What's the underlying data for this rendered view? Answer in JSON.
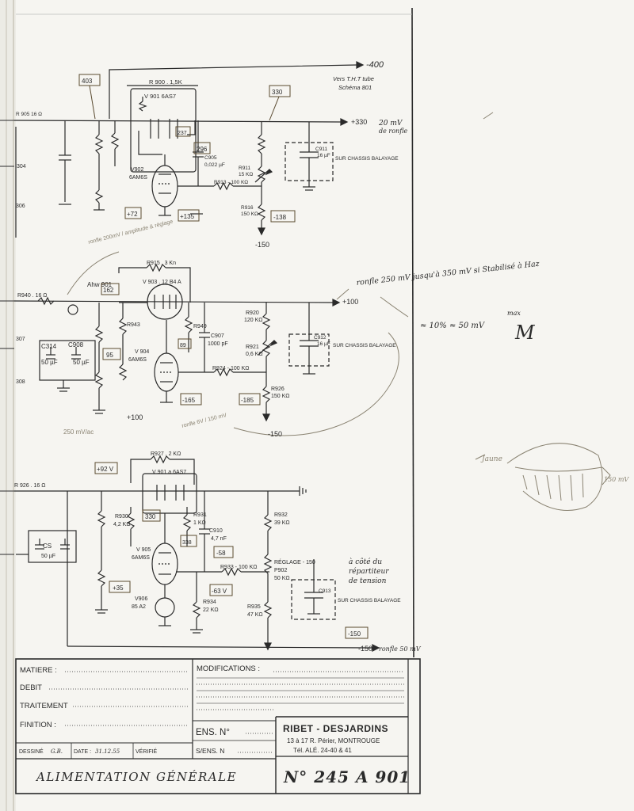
{
  "schematic": {
    "top_section": {
      "rail_neg400": "-400",
      "vers_tht_line1": "Vers  T.H.T  tube",
      "vers_tht_line2": "Schéma  801",
      "r_top": "R 900 . 1,5K",
      "tube_v901": "V 901  6AS7",
      "box_403": "403",
      "box_330": "330",
      "box_296": "296",
      "box_237": "237",
      "box_72": "+72",
      "box_135": "+135",
      "box_neg138": "-138",
      "v902": "V902",
      "v902_type": "6AM6S",
      "c905": "C905",
      "c905_val": "0,022 µF",
      "r911": "R911",
      "r911_val": "15 KΩ",
      "r913": "R913 - 100 KΩ",
      "r916": "R916",
      "r916_val": "150 KΩ",
      "c911": "C911",
      "c911_val": "16 µF",
      "sur_chassis": "SUR CHASSIS BALAYAGE",
      "out_330": "+330",
      "note_20mv": "20 mV",
      "note_ronfle": "de ronfle",
      "rail_neg150": "-150",
      "r905": "R 905  16 Ω",
      "label_304": "304",
      "label_306": "306"
    },
    "middle_section": {
      "pencil_note": "ronfle 200mV  /  amplitude  &  réglage",
      "r915": "R915 . 3 Kn",
      "tube_v903": "V 903 . 12 B4 A",
      "r940": "R940 . 16 Ω",
      "ahw": "Ahw 901",
      "box_162": "162",
      "box_95": "95",
      "box_89": "89",
      "box_neg165": "-165",
      "box_neg185": "-185",
      "c914": "C314",
      "c914_val": "50 µF",
      "c908": "C908",
      "c908_val": "50 µF",
      "r943": "R943",
      "r949": "R949",
      "c907": "C907",
      "c907_val": "1000 pF",
      "v904": "V 904",
      "v904_type": "6AM6S",
      "r920": "R920",
      "r920_val": "120 KΩ",
      "r921": "R921",
      "r921_val": "0,6 KΩ",
      "r924": "R924 - 100 KΩ",
      "r926": "R926",
      "r926_val": "150 KΩ",
      "c912": "C912",
      "c912_val": "16 µF",
      "sur_chassis": "SUR CHASSIS BALAYAGE",
      "out_100": "+100",
      "ronfle_note": "ronfle 250 mV  jusqu'à 350 mV  si  Stabilisé  à Haz",
      "mv_note": "≈ 10% ≈ 50 mV",
      "max_note": "max",
      "plus100": "+100",
      "rail_neg150": "-150",
      "label_307": "307",
      "label_308": "308",
      "note_250mv": "250 mV/ac",
      "note_ronfle_bas": "ronfle 6V / 150 mV"
    },
    "bottom_section": {
      "r927": "R927 . 2 KΩ",
      "tube_v901a": "V 901 a  6AS7",
      "r926": "R 926 . 16 Ω",
      "box_92": "+92 V",
      "box_330": "330",
      "box_338": "338",
      "box_neg58": "-58",
      "box_35": "+35",
      "box_neg63": "-63 V",
      "box_neg150": "-150",
      "cs": "CS",
      "cs_val": "50 µF",
      "r930": "R930",
      "r930_val": "4,2 KΩ",
      "r931": "R931",
      "r931_val": "1 KΩ",
      "c910": "C910",
      "c910_val": "4,7 nF",
      "v905": "V 905",
      "v905_type": "6AM6S",
      "v906": "V906",
      "v906_type": "85 A2",
      "r933": "R933 - 100 KΩ",
      "r932": "R932",
      "r932_val": "39 KΩ",
      "reglage": "RÉGLAGE - 150",
      "p902": "P902",
      "p902_val": "50 KΩ",
      "r934": "R934",
      "r934_val": "22 KΩ",
      "r935": "R935",
      "r935_val": "47 KΩ",
      "c913": "C913",
      "sur_chassis": "SUR CHASSIS BALAYAGE",
      "note_cote_1": "à côté du",
      "note_cote_2": "répartiteur",
      "note_cote_3": "de tension",
      "out_neg150": "-150",
      "ronfle_note": "ronfle 50 mV",
      "jaune_note": "Jaune",
      "mv150_note": "150 mV"
    }
  },
  "title_block": {
    "matiere_label": "MATIERE :",
    "debit_label": "DEBIT",
    "traitement_label": "TRAITEMENT",
    "finition_label": "FINITION :",
    "modifications_label": "MODIFICATIONS :",
    "ens_label": "ENS. N°",
    "sens_label": "S/ENS. N",
    "dessine_label": "DESSINÉ",
    "dessine_val": "G.B.",
    "date_label": "DATE :",
    "date_val": "31.12.55",
    "verifie_label": "VÉRIFIÉ",
    "company_name": "RIBET - DESJARDINS",
    "company_address": "13 à 17 R. Périer, MONTROUGE",
    "company_tel": "Tél. ALÉ. 24-40 & 41",
    "drawing_title": "ALIMENTATION  GÉNÉRALE",
    "drawing_number": "N° 245 A 901"
  },
  "colors": {
    "paper": "#f6f5f1",
    "ink": "#2a2a2a",
    "pencil": "#8a8372"
  }
}
